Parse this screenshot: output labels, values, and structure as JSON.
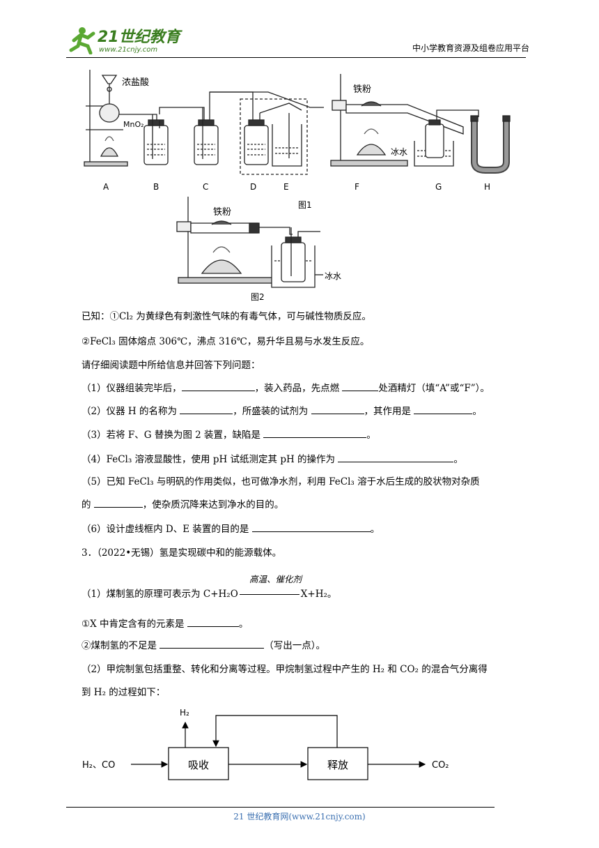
{
  "header": {
    "logo_text": "21世纪教育",
    "logo_url": "www.21cnjy.com",
    "platform": "中小学教育资源及组卷应用平台"
  },
  "figure1": {
    "labels": {
      "hcl": "浓盐酸",
      "mno2": "MnO₂",
      "iron": "铁粉",
      "ice_water": "冰水"
    },
    "letters": [
      "A",
      "B",
      "C",
      "D",
      "E",
      "F",
      "G",
      "H"
    ],
    "caption": "图1"
  },
  "figure2": {
    "iron": "铁粉",
    "ice_water": "冰水",
    "caption": "图2"
  },
  "known": {
    "k1_prefix": "已知：①",
    "k1": "Cl₂ 为黄绿色有刺激性气味的有毒气体，可与碱性物质反应。",
    "k2_mark": "②",
    "k2": "FeCl₃ 固体熔点 306℃，沸点 316℃，易升华且易与水发生反应。"
  },
  "instruction": "请仔细阅读题中所给信息并回答下列问题：",
  "q2": {
    "p1a": "（1）仪器组装完毕后，",
    "p1b": "，装入药品，先点燃",
    "p1c": "处酒精灯（填“A”或“F”）。",
    "p2a": "（2）仪器 H 的名称为",
    "p2b": "，所盛装的试剂为",
    "p2c": "，其作用是",
    "p2d": "。",
    "p3a": "（3）若将 F、G 替换为图 2 装置，缺陷是",
    "p3b": "。",
    "p4a": "（4）FeCl₃ 溶液显酸性，使用 pH 试纸测定其 pH 的操作为",
    "p4b": "。",
    "p5a": "（5）已知 FeCl₃ 与明矾的作用类似，也可做净水剂，利用 FeCl₃ 溶于水后生成的胶状物对杂质",
    "p5b": "的",
    "p5c": "，使杂质沉降来达到净水的目的。",
    "p6a": "（6）设计虚线框内 D、E 装置的目的是",
    "p6b": "。"
  },
  "q3": {
    "heading": "3．（2022•无锡）氢是实现碳中和的能源载体。",
    "condition": "高温、催化剂",
    "p1a": "（1）煤制氢的原理可表示为 C+H₂O",
    "p1b": "X+H₂。",
    "s1a": "①X 中肯定含有的元素是",
    "s1b": "。",
    "s2a": "②煤制氢的不足是",
    "s2b": "（写出一点）。",
    "p2a": "（2）甲烷制氢包括重整、转化和分离等过程。甲烷制氢过程中产生的 H₂ 和 CO₂ 的混合气分离得",
    "p2b": "到 H₂ 的过程如下：",
    "flow": {
      "input": "H₂、CO",
      "box1": "吸收",
      "box2": "释放",
      "out_top": "H₂",
      "output": "CO₂"
    }
  },
  "footer": "21 世纪教育网(www.21cnjy.com)"
}
